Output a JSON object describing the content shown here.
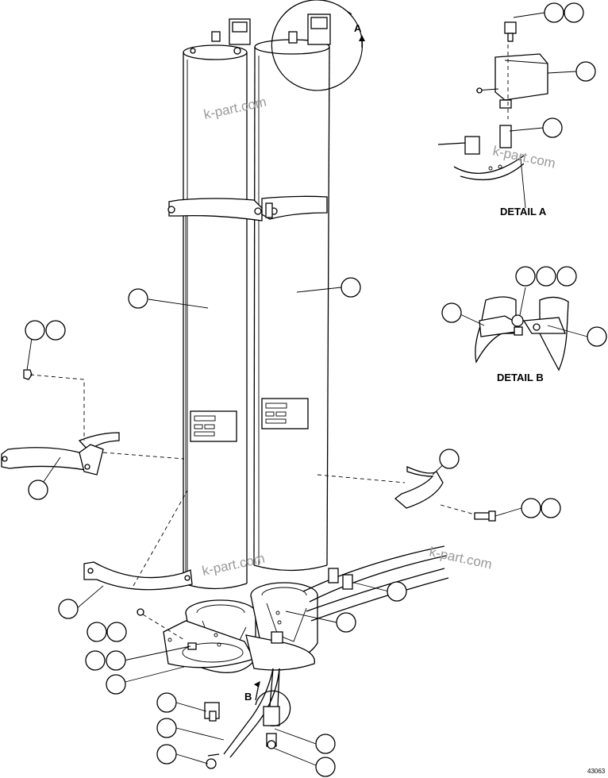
{
  "labels": {
    "detail_a": "DETAIL A",
    "detail_b": "DETAIL B",
    "view_a": "A",
    "view_b": "B"
  },
  "watermarks": {
    "top": "k-part.com",
    "detail_a": "k-part.com",
    "bottom_left": "k-part.com",
    "bottom_right": "k-part.com"
  },
  "figure_number": "43063",
  "colors": {
    "line": "#000000",
    "watermark": "#9a9a9a",
    "background": "#ffffff"
  }
}
